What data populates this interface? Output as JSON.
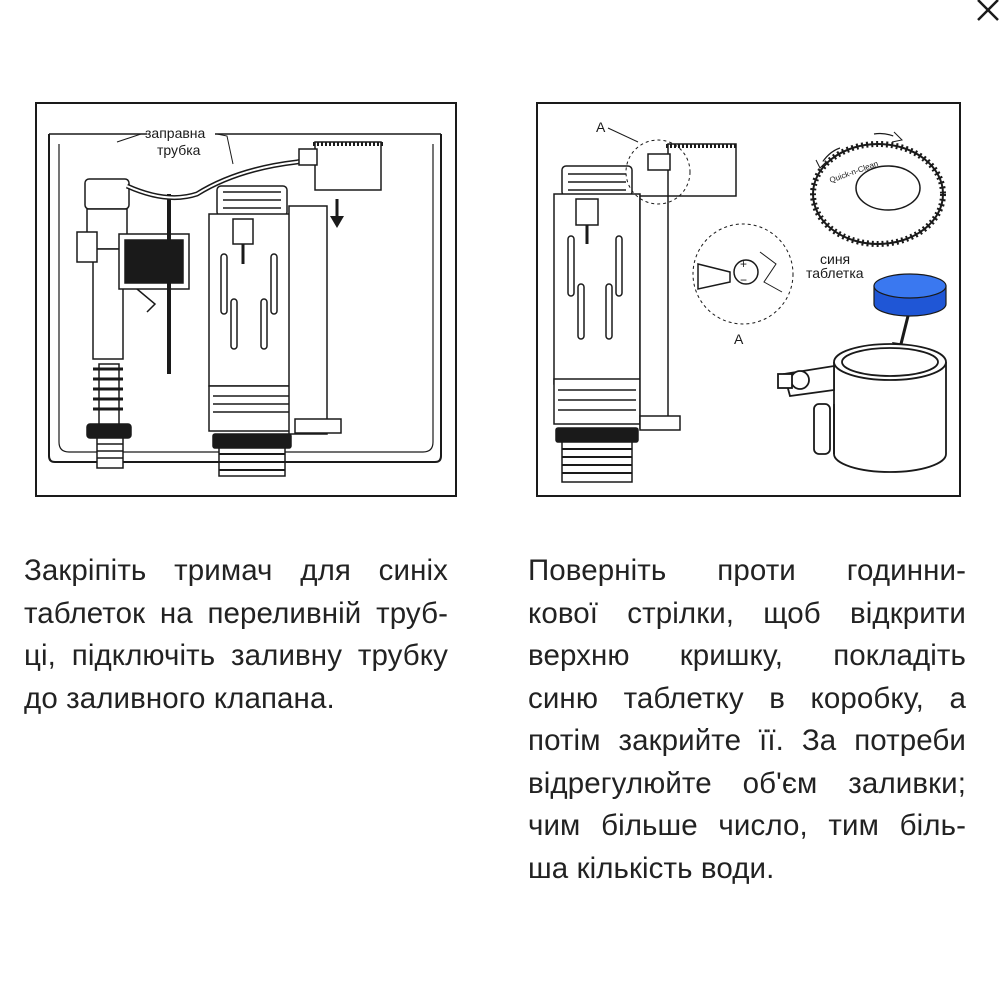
{
  "window": {
    "close_icon": "close-icon"
  },
  "figure1": {
    "label_refill_tube_line1": "заправна",
    "label_refill_tube_line2": "трубка"
  },
  "figure2": {
    "label_a_top": "A",
    "label_a_bottom": "A",
    "label_tablet_line1": "синя",
    "label_tablet_line2": "таблетка",
    "label_lid_brand": "Quick-n-Clean",
    "tablet_color": "#1f56d6"
  },
  "caption1": {
    "lines": [
      "Закріпіть тримач для синіх",
      "таблеток на переливній труб-",
      "ці, підключіть заливну трубку",
      "до заливного клапана."
    ]
  },
  "caption2": {
    "lines": [
      "Поверніть проти годинни-",
      "кової стрілки, щоб відкрити",
      "верхню кришку, покладіть",
      "синю таблетку в коробку, а",
      "потім закрийте її. За потреби",
      "відрегулюйте об'єм заливки;",
      "чим більше число, тим біль-",
      "ша кількість води."
    ]
  }
}
